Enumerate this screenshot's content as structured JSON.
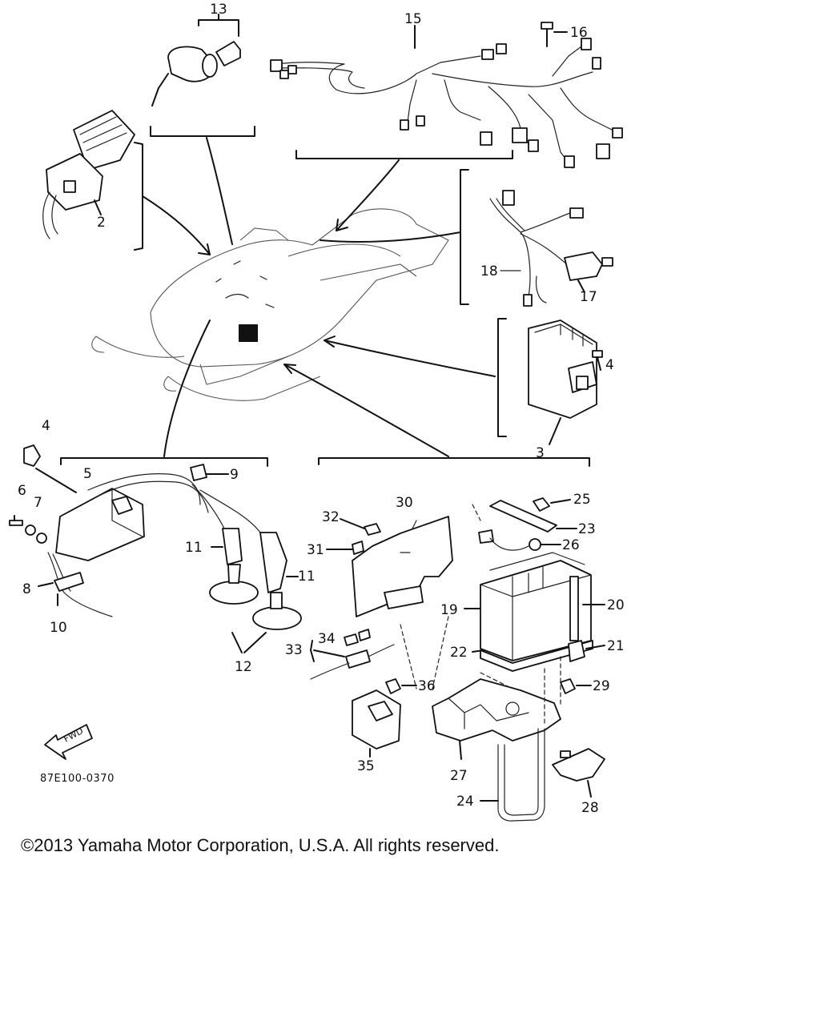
{
  "diagram": {
    "part_labels": [
      {
        "id": "p13",
        "text": "13"
      },
      {
        "id": "p15",
        "text": "15"
      },
      {
        "id": "p16",
        "text": "16"
      },
      {
        "id": "p2",
        "text": "2"
      },
      {
        "id": "p18",
        "text": "18"
      },
      {
        "id": "p17",
        "text": "17"
      },
      {
        "id": "p4a",
        "text": "4"
      },
      {
        "id": "p3",
        "text": "3"
      },
      {
        "id": "p4b",
        "text": "4"
      },
      {
        "id": "p5",
        "text": "5"
      },
      {
        "id": "p9",
        "text": "9"
      },
      {
        "id": "p6",
        "text": "6"
      },
      {
        "id": "p7",
        "text": "7"
      },
      {
        "id": "p8",
        "text": "8"
      },
      {
        "id": "p10",
        "text": "10"
      },
      {
        "id": "p11a",
        "text": "11"
      },
      {
        "id": "p11b",
        "text": "11"
      },
      {
        "id": "p12",
        "text": "12"
      },
      {
        "id": "p30",
        "text": "30"
      },
      {
        "id": "p32",
        "text": "32"
      },
      {
        "id": "p31",
        "text": "31"
      },
      {
        "id": "p25",
        "text": "25"
      },
      {
        "id": "p23",
        "text": "23"
      },
      {
        "id": "p26",
        "text": "26"
      },
      {
        "id": "p19",
        "text": "19"
      },
      {
        "id": "p20",
        "text": "20"
      },
      {
        "id": "p21",
        "text": "21"
      },
      {
        "id": "p22",
        "text": "22"
      },
      {
        "id": "p33",
        "text": "33"
      },
      {
        "id": "p34",
        "text": "34"
      },
      {
        "id": "p36",
        "text": "36"
      },
      {
        "id": "p29",
        "text": "29"
      },
      {
        "id": "p35",
        "text": "35"
      },
      {
        "id": "p27",
        "text": "27"
      },
      {
        "id": "p24",
        "text": "24"
      },
      {
        "id": "p28",
        "text": "28"
      }
    ],
    "fwd_label": "FWD",
    "drawing_code": "87E100-0370"
  },
  "footer": {
    "copyright": "©2013 Yamaha Motor Corporation, U.S.A. All rights reserved."
  }
}
